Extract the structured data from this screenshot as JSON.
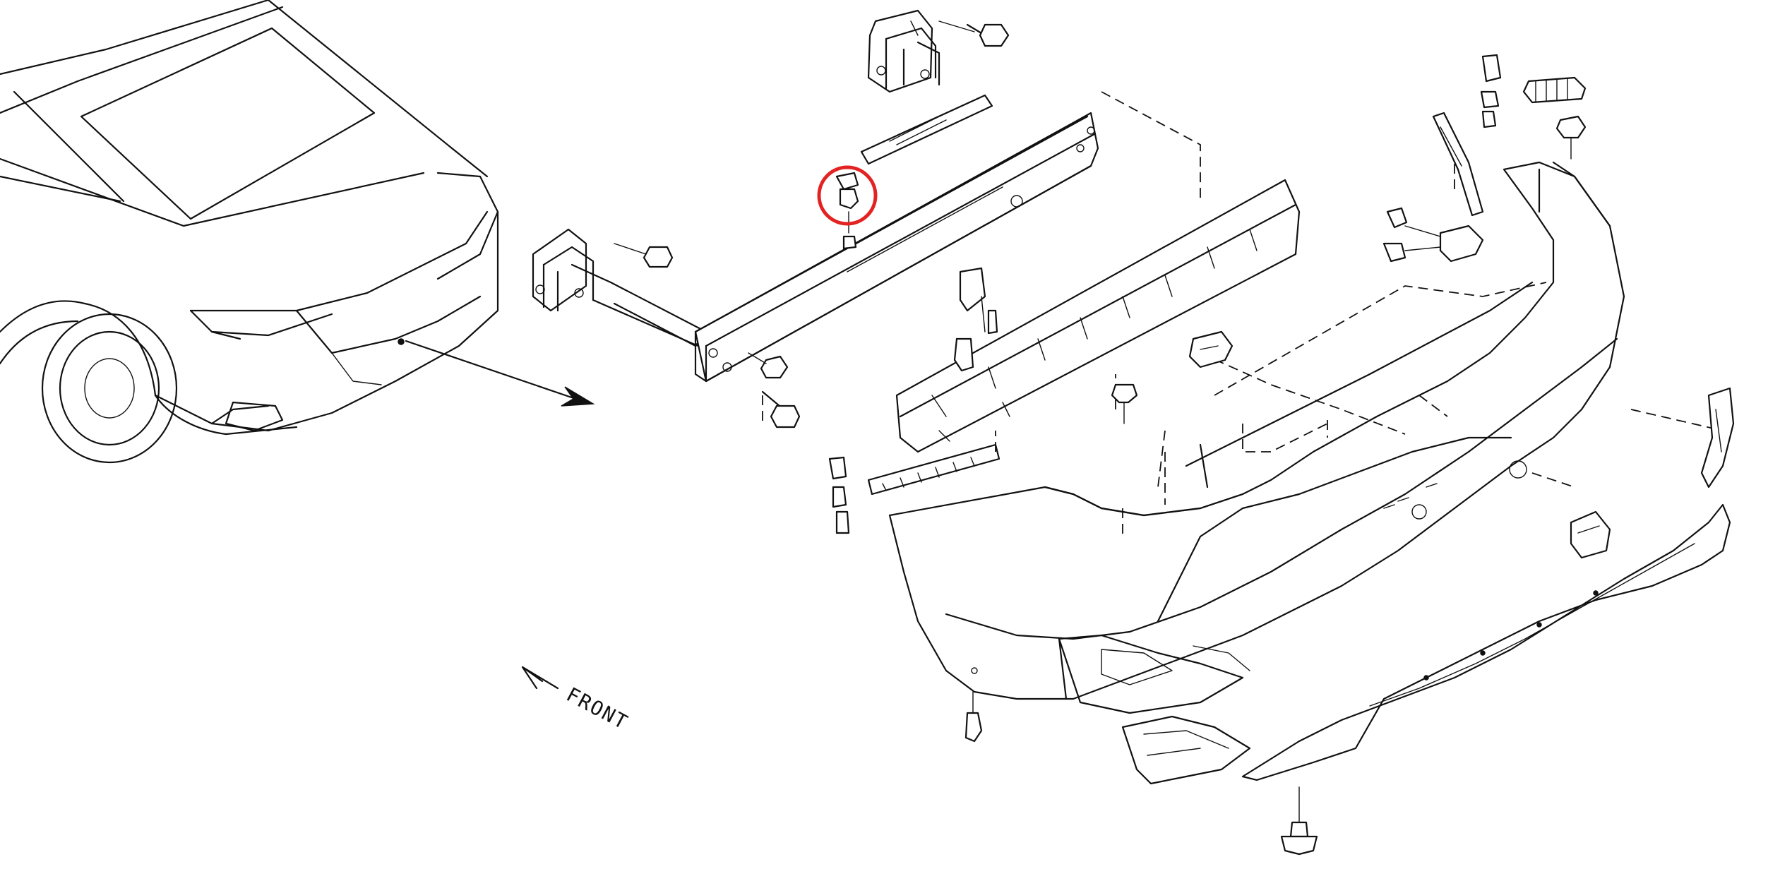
{
  "diagram": {
    "direction_label": "FRONT",
    "highlight_color": "#e32322",
    "line_color": "#111111",
    "background": "#ffffff",
    "parts": [
      {
        "name": "vehicle-rear-body"
      },
      {
        "name": "rear-bumper-reinforcement"
      },
      {
        "name": "bumper-stay-left"
      },
      {
        "name": "bumper-stay-right"
      },
      {
        "name": "energy-absorber"
      },
      {
        "name": "rear-bumper-fascia"
      },
      {
        "name": "lower-diffuser-trim"
      },
      {
        "name": "side-bracket"
      },
      {
        "name": "reflector-bezel"
      },
      {
        "name": "tow-hook-cover"
      },
      {
        "name": "highlighted-clip-nut",
        "highlighted": true
      }
    ]
  }
}
